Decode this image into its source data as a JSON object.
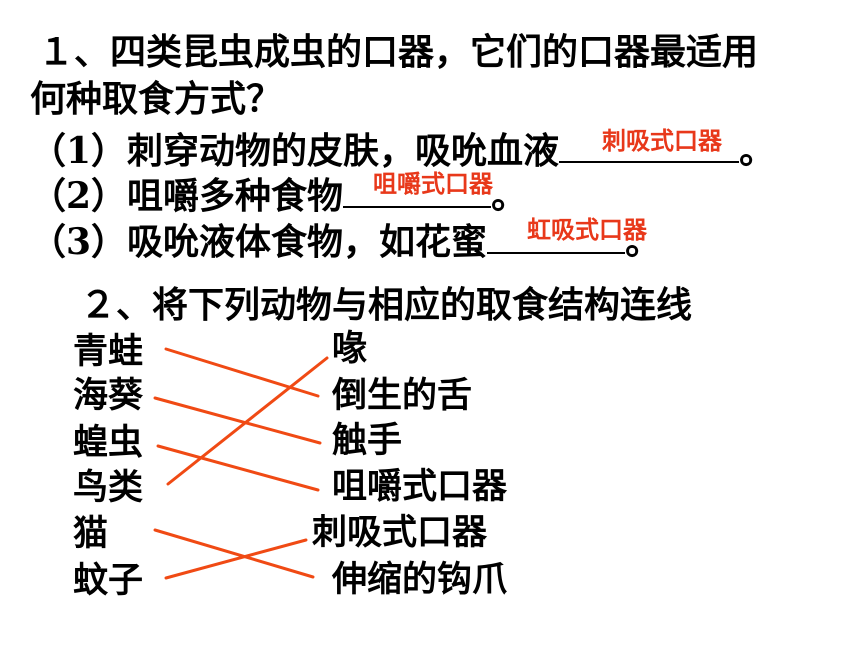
{
  "question1": {
    "line1": "１、四类昆虫成虫的口器，它们的口器最适用",
    "line2": "何种取食方式？",
    "items": [
      {
        "prefix": "（1）刺穿动物的皮肤，吸吮血液",
        "answer": "刺吸式口器",
        "suffix": "。"
      },
      {
        "prefix": "（2）咀嚼多种食物",
        "answer": "咀嚼式口器",
        "suffix": "。"
      },
      {
        "prefix": "（3）吸吮液体食物，如花蜜",
        "answer": "虹吸式口器",
        "suffix": "。"
      }
    ]
  },
  "question2": {
    "title": "２、将下列动物与相应的取食结构连线",
    "animals": [
      "青蛙",
      "海葵",
      "蝗虫",
      "鸟类",
      "猫",
      "蚊子"
    ],
    "structures": [
      "喙",
      "倒生的舌",
      "触手",
      "咀嚼式口器",
      "刺吸式口器",
      "伸缩的钩爪"
    ],
    "matches": [
      [
        0,
        1
      ],
      [
        1,
        2
      ],
      [
        2,
        3
      ],
      [
        3,
        0
      ],
      [
        4,
        5
      ],
      [
        5,
        4
      ]
    ]
  },
  "colors": {
    "answer": "#e8381a",
    "connector": "#f04a14",
    "text": "#000000"
  }
}
